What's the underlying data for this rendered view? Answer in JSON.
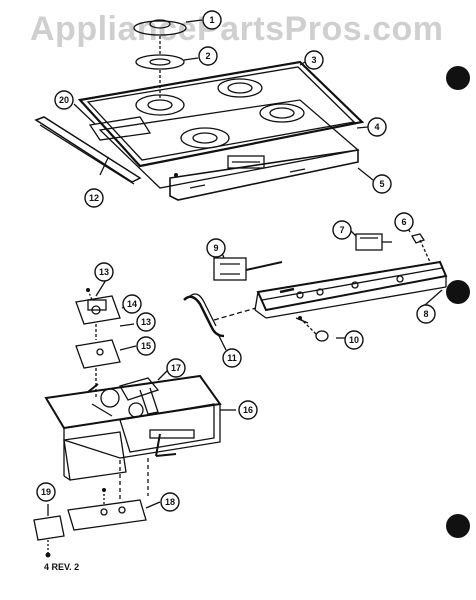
{
  "watermark": "AppliancePartsPros.com",
  "revision": "4 REV. 2",
  "callouts": [
    "1",
    "2",
    "3",
    "4",
    "5",
    "6",
    "7",
    "8",
    "9",
    "10",
    "11",
    "12",
    "13",
    "13",
    "14",
    "15",
    "16",
    "17",
    "18",
    "19",
    "20"
  ]
}
